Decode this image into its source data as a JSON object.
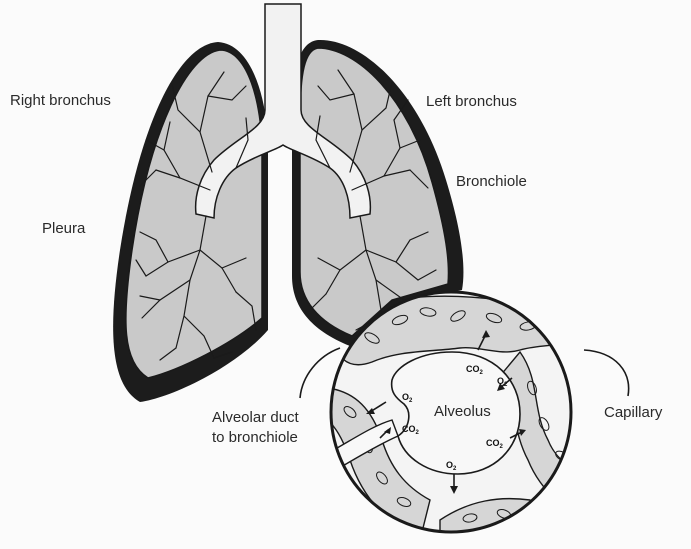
{
  "labels": {
    "right_bronchus": "Right bronchus",
    "left_bronchus": "Left bronchus",
    "bronchiole": "Bronchiole",
    "pleura": "Pleura",
    "alveolar_duct_line1": "Alveolar duct",
    "alveolar_duct_line2": "to bronchiole",
    "alveolus": "Alveolus",
    "capillary": "Capillary"
  },
  "gases": {
    "o2_main": "O",
    "o2_sub": "2",
    "co2_main": "CO",
    "co2_sub": "2"
  },
  "colors": {
    "lung_fill": "#c9c9c9",
    "pleura_shadow": "#1c1c1c",
    "capillary_fill": "#d6d6d6",
    "outline": "#1a1a1a"
  }
}
